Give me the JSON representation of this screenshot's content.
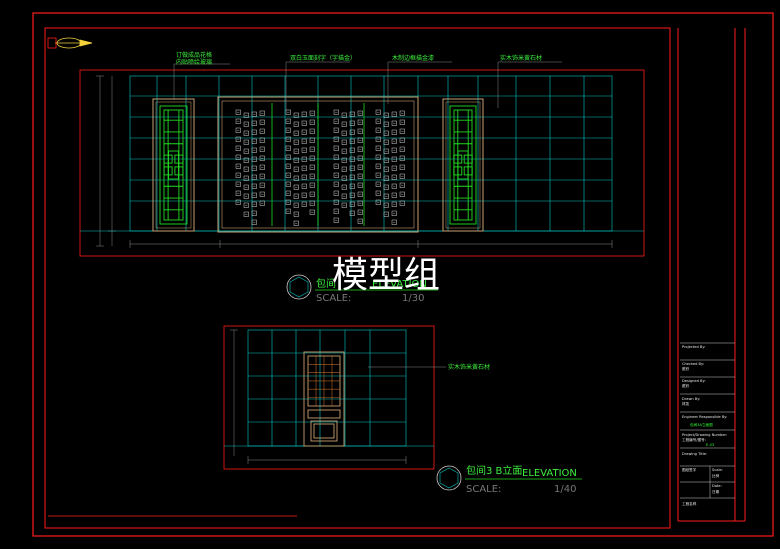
{
  "watermark": "模型组",
  "elevation_top": {
    "title": "包间",
    "title_suffix": "ELEVATION",
    "scale_label": "SCALE:",
    "scale_value": "1/30",
    "labels": {
      "window_line1": "订做成品花格",
      "window_line2": "内贴喷绘玻璃",
      "calligraphy": "双白玉面刻字（字描金）",
      "frame": "木制边框描金漆",
      "stone": "实木饰米黄石材"
    }
  },
  "elevation_bottom": {
    "title": "包间3 B立面",
    "title_suffix": "ELEVATION",
    "scale_label": "SCALE:",
    "scale_value": "1/40",
    "labels": {
      "stone": "实木饰米黄石材"
    }
  },
  "title_block": {
    "projected_by": "Projected By:",
    "checked_by": "Checked By:",
    "checked_name": "翟欣",
    "designed_by": "Designed By:",
    "designed_name": "翟欣",
    "drawn_by": "Drawn By:",
    "drawn_name": "林凯",
    "engineer": "Engineer Responsible By:",
    "drawing_name": "包间3A立面图",
    "project_number": "Project/Drawing Number:",
    "project_number_cn": "工程编号/图号:",
    "drawing_code": "E-03",
    "drawing_title": "Drawing Title:",
    "scale_label": "Scale:",
    "scale_cn": "比例",
    "date_label": "Date:",
    "date_cn": "日期",
    "sign_label": "图纸签字",
    "project_label": "工程名称"
  },
  "colors": {
    "border": "#ff1a1a",
    "cyan": "#00c8c8",
    "green": "#22dd22",
    "wood": "#c8a070",
    "gray": "#8a8a8a"
  }
}
